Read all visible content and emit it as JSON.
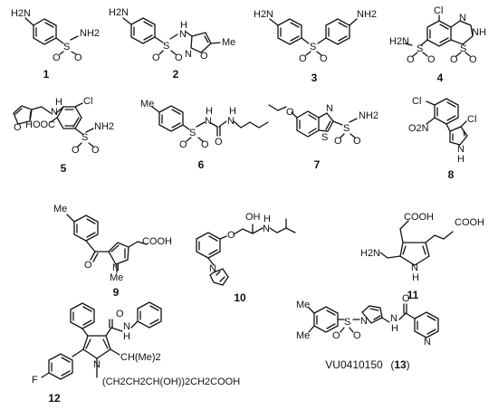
{
  "compounds": [
    {
      "id": "1",
      "groups": [
        "H2N",
        "S",
        "O",
        "O",
        "NH2"
      ]
    },
    {
      "id": "2",
      "groups": [
        "H2N",
        "S",
        "O",
        "O",
        "H",
        "N",
        "N",
        "O",
        "Me"
      ]
    },
    {
      "id": "3",
      "groups": [
        "H2N",
        "S",
        "O",
        "O",
        "NH2"
      ]
    },
    {
      "id": "4",
      "groups": [
        "Cl",
        "N",
        "NH",
        "H2N",
        "S",
        "O",
        "O",
        "S",
        "O",
        "O"
      ]
    },
    {
      "id": "5",
      "groups": [
        "O",
        "H",
        "N",
        "Cl",
        "HOOC",
        "S",
        "O",
        "O",
        "NH2"
      ]
    },
    {
      "id": "6",
      "groups": [
        "Me",
        "S",
        "O",
        "O",
        "H",
        "N",
        "O",
        "H",
        "N"
      ]
    },
    {
      "id": "7",
      "groups": [
        "O",
        "S",
        "N",
        "S",
        "O",
        "O",
        "NH2"
      ]
    },
    {
      "id": "8",
      "groups": [
        "Cl",
        "O2N",
        "Cl",
        "N",
        "H"
      ]
    },
    {
      "id": "9",
      "groups": [
        "Me",
        "O",
        "N",
        "Me",
        "COOH"
      ]
    },
    {
      "id": "10",
      "groups": [
        "O",
        "OH",
        "H",
        "N",
        "N"
      ]
    },
    {
      "id": "11",
      "groups": [
        "COOH",
        "COOH",
        "H2N",
        "N",
        "H"
      ]
    },
    {
      "id": "12",
      "groups": [
        "O",
        "N",
        "H",
        "F",
        "N",
        "CH(Me)2",
        "(CH2CH2CH(OH))2CH2COOH"
      ]
    },
    {
      "id": "13",
      "name": "VU0410150",
      "groups": [
        "Me",
        "Me",
        "S",
        "O",
        "O",
        "N",
        "N",
        "H",
        "O",
        "N"
      ]
    }
  ]
}
